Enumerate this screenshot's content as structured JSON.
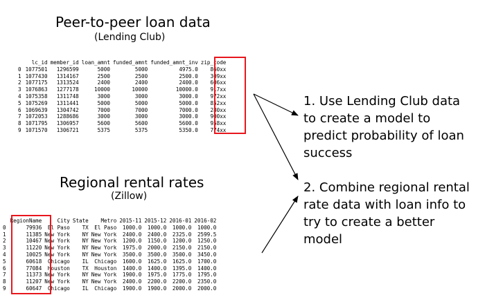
{
  "loan": {
    "title": "Peer-to-peer loan data",
    "subtitle": "(Lending Club)",
    "columns": [
      "lc_id",
      "member_id",
      "loan_amnt",
      "funded_amnt",
      "funded_amnt_inv",
      "zip_code"
    ],
    "rows": [
      [
        "0",
        "1077501",
        "1296599",
        "5000",
        "5000",
        "4975.0",
        "860xx"
      ],
      [
        "1",
        "1077430",
        "1314167",
        "2500",
        "2500",
        "2500.0",
        "309xx"
      ],
      [
        "2",
        "1077175",
        "1313524",
        "2400",
        "2400",
        "2400.0",
        "606xx"
      ],
      [
        "3",
        "1076863",
        "1277178",
        "10000",
        "10000",
        "10000.0",
        "917xx"
      ],
      [
        "4",
        "1075358",
        "1311748",
        "3000",
        "3000",
        "3000.0",
        "972xx"
      ],
      [
        "5",
        "1075269",
        "1311441",
        "5000",
        "5000",
        "5000.0",
        "852xx"
      ],
      [
        "6",
        "1069639",
        "1304742",
        "7000",
        "7000",
        "7000.0",
        "280xx"
      ],
      [
        "7",
        "1072053",
        "1288686",
        "3000",
        "3000",
        "3000.0",
        "900xx"
      ],
      [
        "8",
        "1071795",
        "1306957",
        "5600",
        "5600",
        "5600.0",
        "958xx"
      ],
      [
        "9",
        "1071570",
        "1306721",
        "5375",
        "5375",
        "5350.0",
        "774xx"
      ]
    ]
  },
  "rental": {
    "title": "Regional rental rates",
    "subtitle": "(Zillow)",
    "columns": [
      "RegionName",
      "City",
      "State",
      "Metro",
      "2015-11",
      "2015-12",
      "2016-01",
      "2016-02"
    ],
    "rows": [
      [
        "0",
        "79936",
        "El Paso",
        "TX",
        "El Paso",
        "1000.0",
        "1000.0",
        "1000.0",
        "1000.0"
      ],
      [
        "1",
        "11385",
        "New York",
        "NY",
        "New York",
        "2400.0",
        "2400.0",
        "2325.0",
        "2599.5"
      ],
      [
        "2",
        "10467",
        "New York",
        "NY",
        "New York",
        "1200.0",
        "1150.0",
        "1200.0",
        "1250.0"
      ],
      [
        "3",
        "11220",
        "New York",
        "NY",
        "New York",
        "1975.0",
        "2000.0",
        "2150.0",
        "2150.0"
      ],
      [
        "4",
        "10025",
        "New York",
        "NY",
        "New York",
        "3500.0",
        "3500.0",
        "3500.0",
        "3450.0"
      ],
      [
        "5",
        "60618",
        "Chicago",
        "IL",
        "Chicago",
        "1600.0",
        "1625.0",
        "1625.0",
        "1700.0"
      ],
      [
        "6",
        "77084",
        "Houston",
        "TX",
        "Houston",
        "1400.0",
        "1400.0",
        "1395.0",
        "1400.0"
      ],
      [
        "7",
        "11373",
        "New York",
        "NY",
        "New York",
        "1900.0",
        "1975.0",
        "1775.0",
        "1795.0"
      ],
      [
        "8",
        "11207",
        "New York",
        "NY",
        "New York",
        "2400.0",
        "2200.0",
        "2200.0",
        "2350.0"
      ],
      [
        "9",
        "60647",
        "Chicago",
        "IL",
        "Chicago",
        "1900.0",
        "1900.0",
        "2000.0",
        "2000.0"
      ]
    ]
  },
  "steps": [
    "1. Use Lending Club data\nto create a model to\npredict probability of loan\nsuccess",
    "2. Combine regional rental\nrate data with loan info to\ntry to create a better\nmodel"
  ],
  "colors": {
    "highlight": "#e8161c",
    "text": "#000000"
  }
}
